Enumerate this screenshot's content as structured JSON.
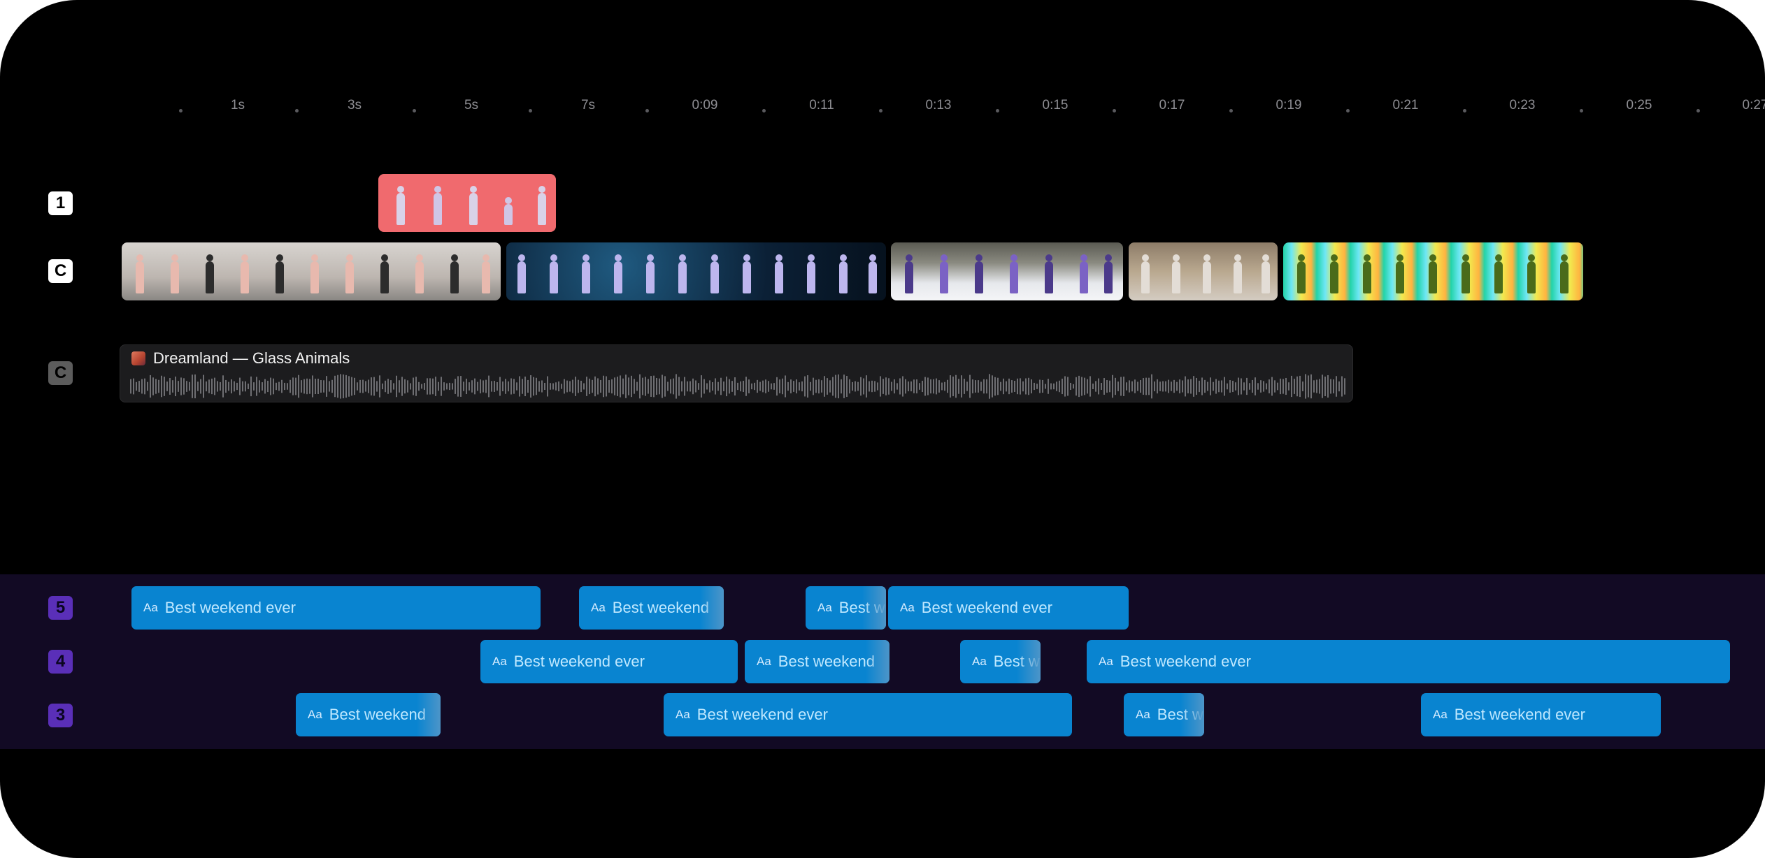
{
  "ruler": {
    "labels": [
      "1s",
      "3s",
      "5s",
      "7s",
      "0:09",
      "0:11",
      "0:13",
      "0:15",
      "0:17",
      "0:19",
      "0:21",
      "0:23",
      "0:25",
      "0:27"
    ]
  },
  "tracks": {
    "overlay_badge": "1",
    "main_badge": "C",
    "audio_badge": "C",
    "caption_badges": [
      "5",
      "4",
      "3"
    ]
  },
  "audio": {
    "title": "Dreamland — Glass Animals"
  },
  "captions": {
    "icon": "Aa",
    "rows": [
      [
        {
          "text": "Best weekend ever"
        },
        {
          "text": "Best weekend"
        },
        {
          "text": "Best w"
        },
        {
          "text": "Best weekend ever"
        }
      ],
      [
        {
          "text": "Best weekend ever"
        },
        {
          "text": "Best weekend"
        },
        {
          "text": "Best w"
        },
        {
          "text": "Best weekend ever"
        }
      ],
      [
        {
          "text": "Best weekend"
        },
        {
          "text": "Best weekend ever"
        },
        {
          "text": "Best w"
        },
        {
          "text": "Best weekend ever"
        }
      ]
    ]
  },
  "colors": {
    "caption_clip": "#0984d0",
    "caption_band": "#120a24",
    "caption_badge": "#5a2fb8",
    "overlay_clip": "#f06a6e"
  },
  "icons": {
    "audio_artwork": "album-art-icon",
    "caption_type": "text-aa-icon"
  }
}
